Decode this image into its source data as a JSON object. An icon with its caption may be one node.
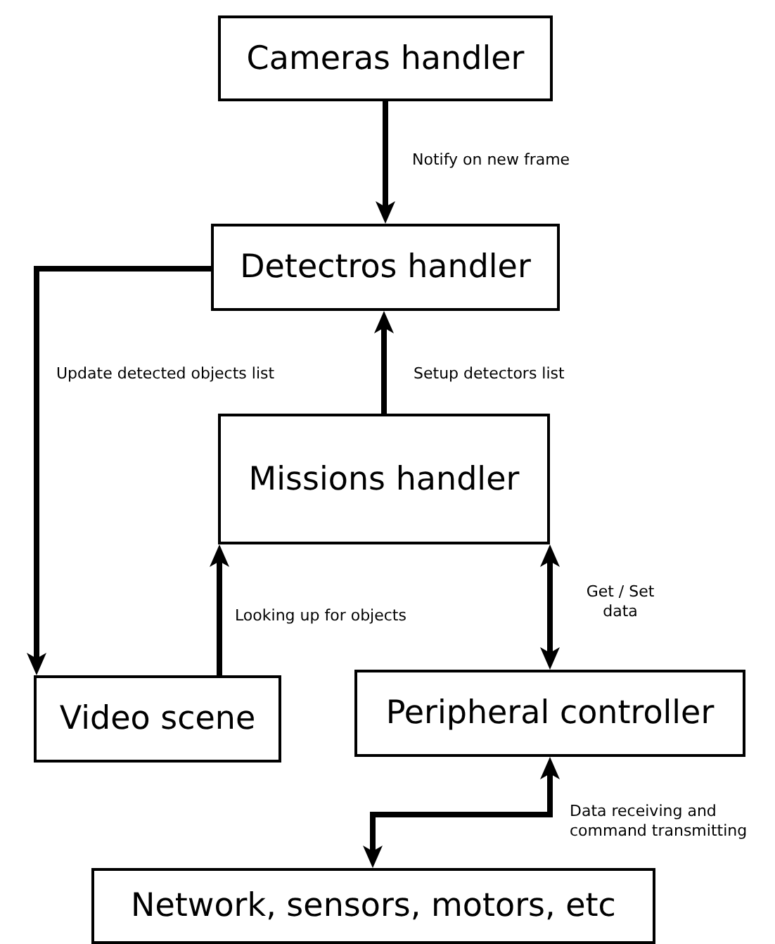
{
  "diagram": {
    "nodes": [
      {
        "text": [
          "Cameras handler"
        ]
      },
      {
        "text": [
          "Detectros handler"
        ]
      },
      {
        "text": [
          "Missions handler"
        ]
      },
      {
        "text": [
          "Video scene"
        ]
      },
      {
        "text": [
          "Peripheral controller"
        ]
      },
      {
        "text": [
          "Network, sensors, motors, etc"
        ]
      }
    ],
    "edges": [
      {
        "from": 0,
        "to": 1,
        "arrow": "to",
        "label": "Notify on new frame"
      },
      {
        "from": 2,
        "to": 1,
        "arrow": "to",
        "label": "Setup detectors list"
      },
      {
        "from": 1,
        "to": 3,
        "arrow": "to",
        "label": "Update detected objects list"
      },
      {
        "from": 3,
        "to": 2,
        "arrow": "to",
        "label": "Looking up for objects"
      },
      {
        "from": 2,
        "to": 4,
        "arrow": "both",
        "label": "Get / Set data"
      },
      {
        "from": 4,
        "to": 5,
        "arrow": "both",
        "label": "Data receiving and command transmitting"
      }
    ]
  }
}
